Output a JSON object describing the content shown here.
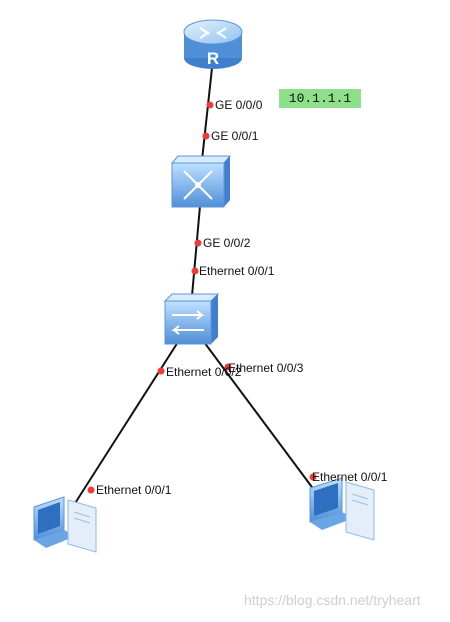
{
  "nodes": {
    "router": {
      "badge": "R"
    },
    "ip_label": "10.1.1.1"
  },
  "ports": {
    "router_ge000": "GE 0/0/0",
    "l3switch_ge001": "GE 0/0/1",
    "l3switch_ge002": "GE 0/0/2",
    "l2switch_eth001": "Ethernet 0/0/1",
    "l2switch_eth002": "Ethernet 0/0/2",
    "l2switch_eth003": "Ethernet 0/0/3",
    "pc1_eth001": "Ethernet 0/0/1",
    "pc2_eth001": "Ethernet 0/0/1"
  },
  "watermark": "https://blog.csdn.net/tryheart",
  "colors": {
    "device_blue": "#4f8fd8",
    "device_light": "#a9cff5",
    "link": "#111111",
    "port_dot": "#f03a3a",
    "ip_highlight": "#8ee08b"
  }
}
